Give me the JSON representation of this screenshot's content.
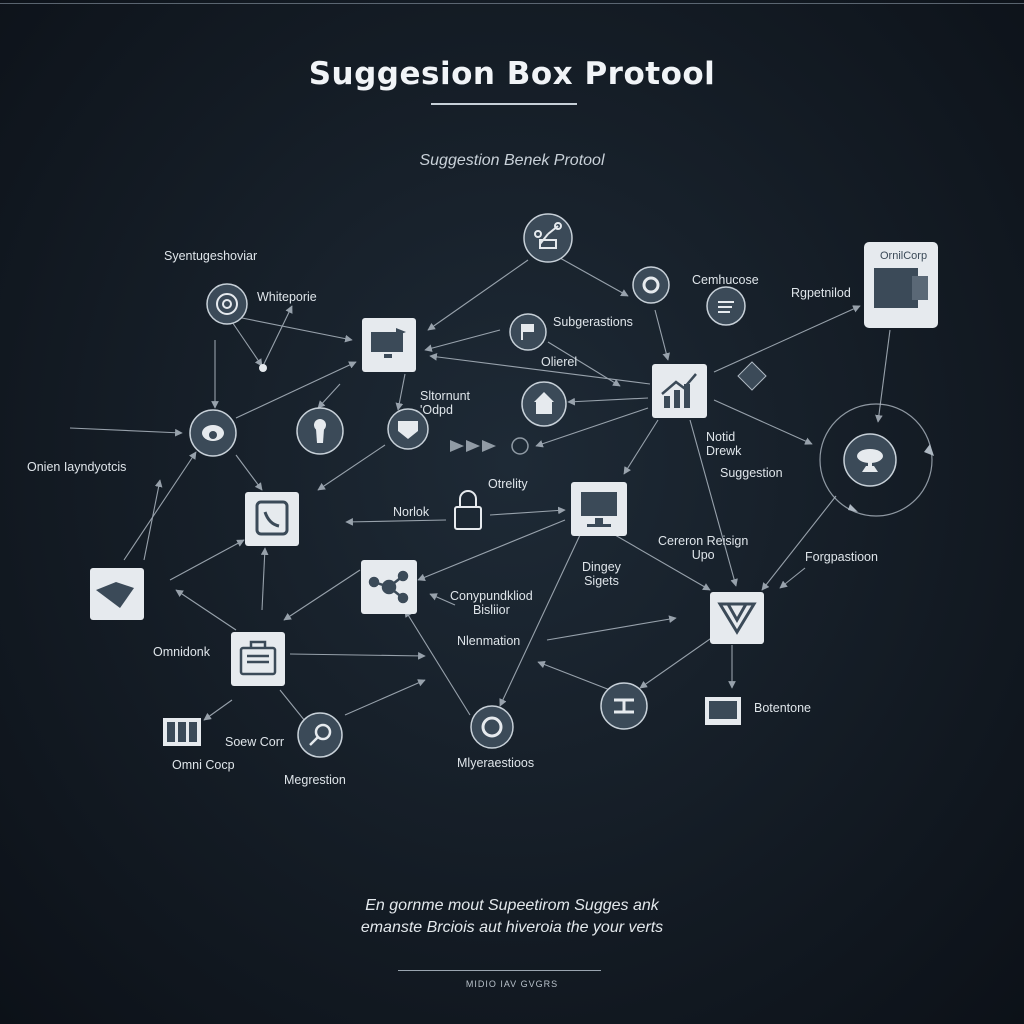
{
  "title": "Suggesion Box Protool",
  "subtitle": "Suggestion Benek Protool",
  "footer": {
    "line1": "En gornme mout Supeetirom Sugges ank",
    "line2": "emanste Brciois aut hiveroia the your verts",
    "credit": "MIDIO IAV GVGRS"
  },
  "labels": {
    "synt": "Syentugeshoviar",
    "whiteporie": "Whiteporie",
    "onien": "Onien Iayndyotcis",
    "omnidonk": "Omnidonk",
    "omni_coop": "Omni Cocp",
    "sow_corr": "Soew Corr",
    "megrestion": "Megrestion",
    "sltornunt": "Sltornunt\n'Odpd",
    "subgerastions": "Subgerastions",
    "olierel": "Olierel",
    "combucose": "Cemhucose",
    "regpetnilod": "Rgpetnilod",
    "omnicorp_card": "OrnilCorp",
    "notid_brewk": "Notid\nDrewk",
    "suggestion": "Suggestion",
    "otrelity": "Otrelity",
    "norlok": "Norlok",
    "cereron": "Cereron Reisign\nUpo",
    "dingey": "Dingey\nSigets",
    "conypunkliod": "Conypundkliod\nBisliior",
    "nienmation": "Nlenmation",
    "miyeraestioos": "Mlyeraestioos",
    "forgpastioon": "Forgpastioon",
    "botentone": "Botentone"
  },
  "colors": {
    "background": "#141c25",
    "node_fill": "#3b4a58",
    "node_card": "#e6eaee",
    "edge": "#aeb8c2",
    "text": "#dfe5ea"
  },
  "icons": [
    "network-icon",
    "target-icon",
    "face-icon",
    "handshake-icon",
    "monitor-icon",
    "keyhole-icon",
    "shield-icon",
    "mask-icon",
    "phone-icon",
    "lock-icon",
    "building-icon",
    "flag-icon",
    "bars-chart-icon",
    "report-card-icon",
    "cloud-icon",
    "gear-icon",
    "menu-icon",
    "computer-icon",
    "hub-icon",
    "briefcase-icon",
    "search-icon",
    "circle-icon",
    "valve-icon",
    "funnel-icon",
    "screen-icon",
    "arrows-icon"
  ]
}
